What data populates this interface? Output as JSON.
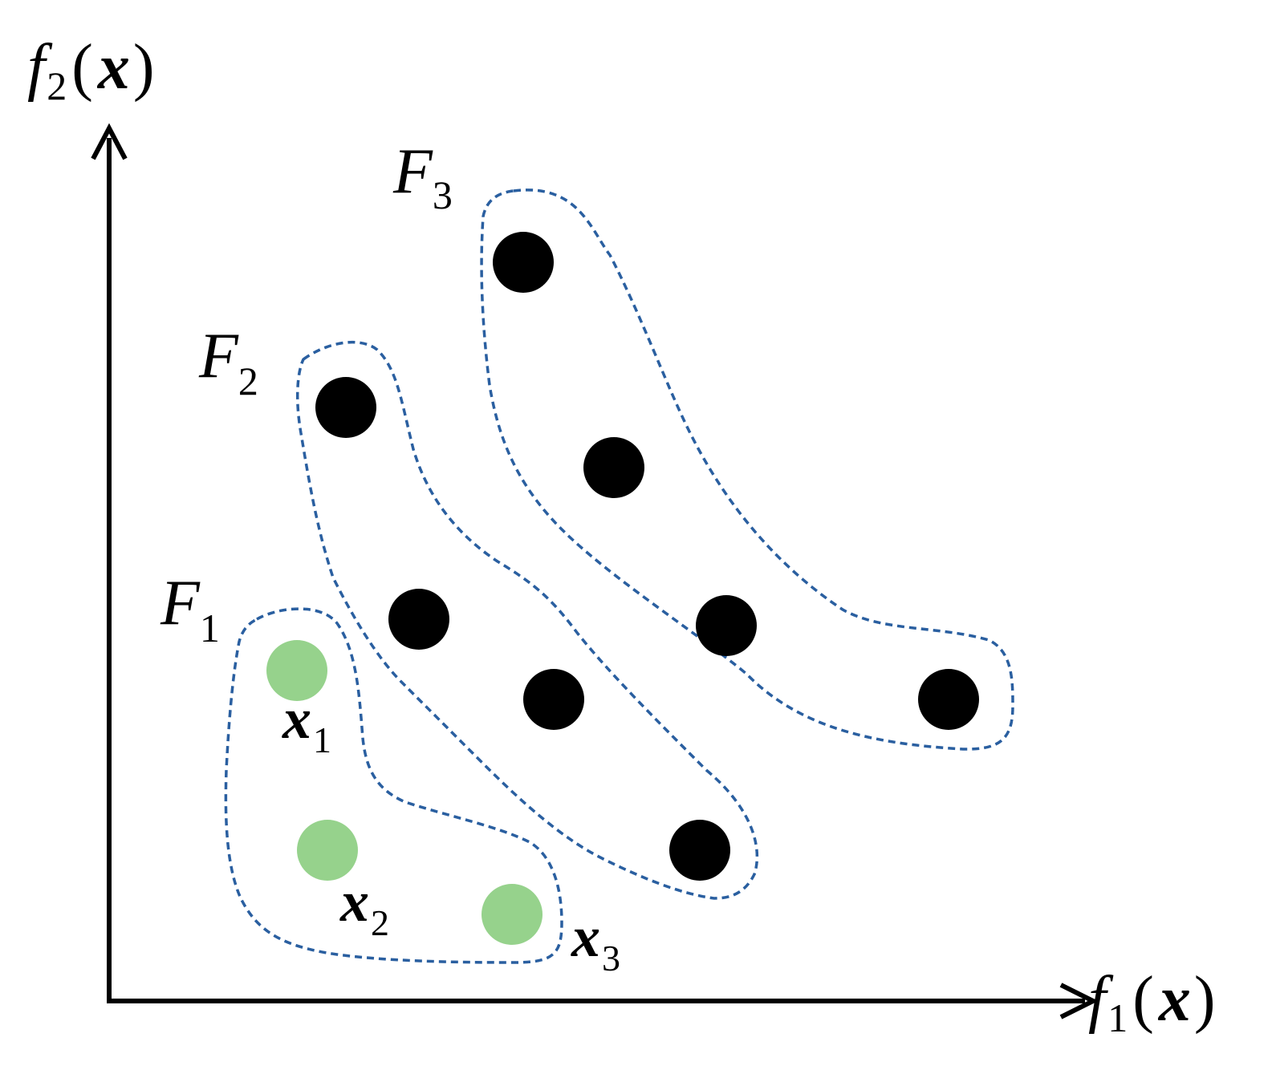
{
  "axes": {
    "x_label": {
      "main": "f",
      "sub": "1",
      "open": "(",
      "var": "x",
      "close": ")"
    },
    "y_label": {
      "main": "f",
      "sub": "2",
      "open": "(",
      "var": "x",
      "close": ")"
    }
  },
  "fronts": [
    {
      "main": "F",
      "sub": "1"
    },
    {
      "main": "F",
      "sub": "2"
    },
    {
      "main": "F",
      "sub": "3"
    }
  ],
  "solutions": [
    {
      "main": "x",
      "sub": "1"
    },
    {
      "main": "x",
      "sub": "2"
    },
    {
      "main": "x",
      "sub": "3"
    }
  ],
  "colors": {
    "axis": "#000000",
    "boundary": "#2a5fa0",
    "dominated_point": "#000000",
    "front1_point": "#96d28c"
  }
}
